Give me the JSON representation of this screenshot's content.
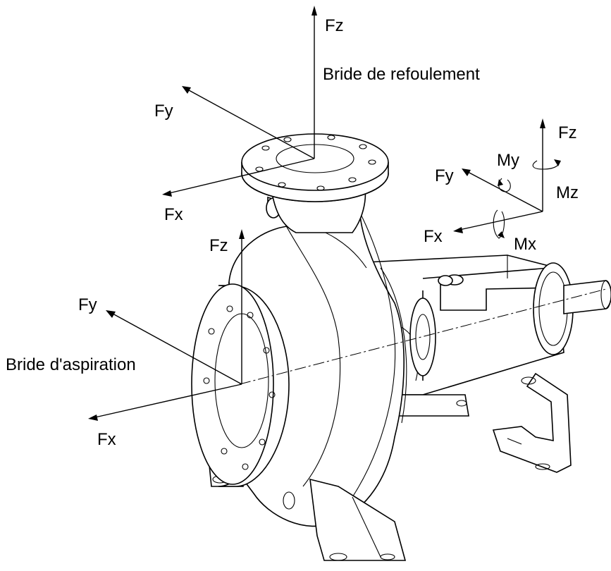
{
  "labels": {
    "discharge": {
      "title": "Bride de refoulement",
      "fz": "Fz",
      "fy": "Fy",
      "fx": "Fx"
    },
    "suction": {
      "title": "Bride d'aspiration",
      "fz": "Fz",
      "fy": "Fy",
      "fx": "Fx"
    },
    "legend_axes": {
      "fz": "Fz",
      "fy": "Fy",
      "fx": "Fx",
      "my": "My",
      "mz": "Mz",
      "mx": "Mx"
    }
  }
}
